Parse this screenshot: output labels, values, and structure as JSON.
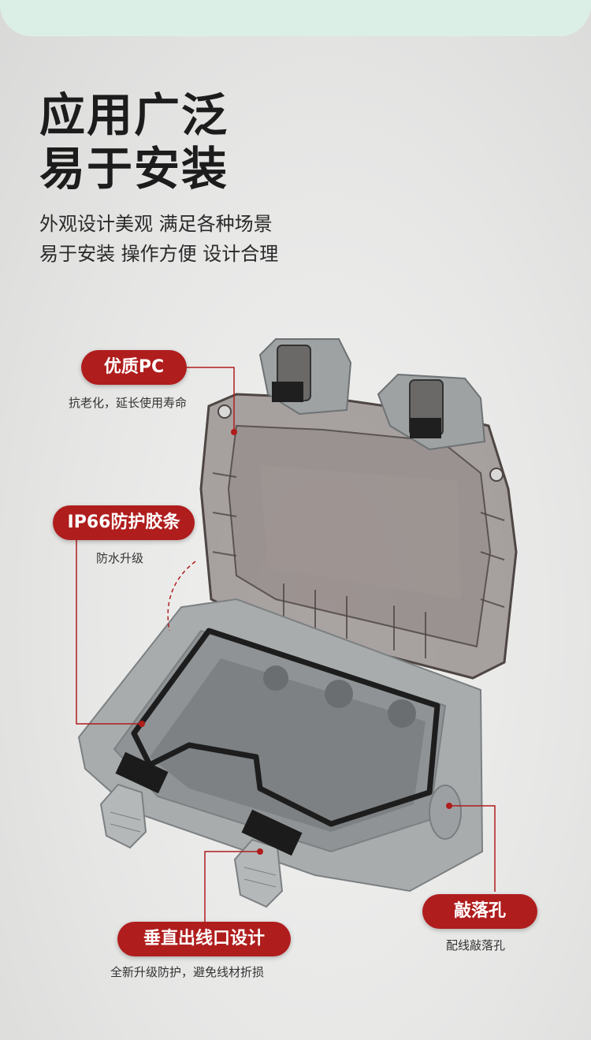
{
  "headline": {
    "line1": "应用广泛",
    "line2": "易于安装"
  },
  "subline": {
    "line1": "外观设计美观 满足各种场景",
    "line2": "易于安装 操作方便 设计合理"
  },
  "callouts": {
    "pc": {
      "title": "优质PC",
      "desc": "抗老化，延长使用寿命"
    },
    "gasket": {
      "title": "IP66防护胶条",
      "desc": "防水升级"
    },
    "vertical": {
      "title": "垂直出线口设计",
      "desc": "全新升级防护，避免线材折损"
    },
    "knockout": {
      "title": "敲落孔",
      "desc": "配线敲落孔"
    }
  },
  "colors": {
    "accent": "#b01d1d",
    "background": "#e6e6e5",
    "top_band": "#dcefe6"
  }
}
